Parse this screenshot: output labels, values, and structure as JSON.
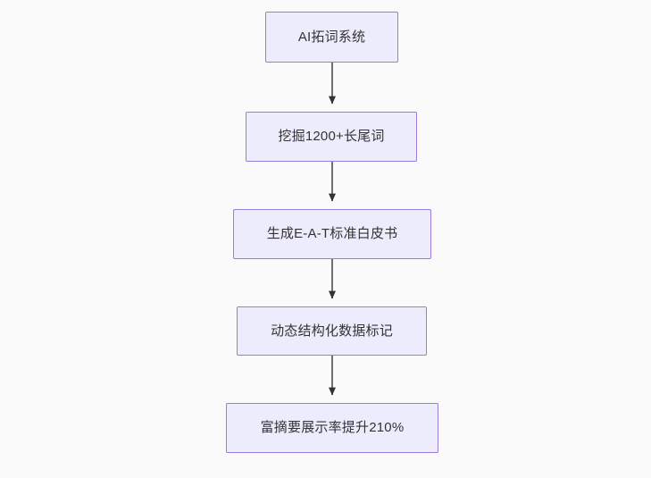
{
  "diagram": {
    "type": "flowchart",
    "direction": "top-to-bottom",
    "background_color": "#fafafa",
    "node_fill_color": "#ececfd",
    "node_border_color": "#9a7ddb",
    "node_text_color": "#333333",
    "edge_line_color": "#707070",
    "edge_arrow_color": "#333333",
    "nodes": [
      {
        "id": "n1",
        "label": "AI拓词系统"
      },
      {
        "id": "n2",
        "label": "挖掘1200+长尾词"
      },
      {
        "id": "n3",
        "label": "生成E-A-T标准白皮书"
      },
      {
        "id": "n4",
        "label": "动态结构化数据标记"
      },
      {
        "id": "n5",
        "label": "富摘要展示率提升210%"
      }
    ],
    "edges": [
      {
        "id": "e1",
        "from": "n1",
        "to": "n2",
        "label": ""
      },
      {
        "id": "e2",
        "from": "n2",
        "to": "n3",
        "label": ""
      },
      {
        "id": "e3",
        "from": "n3",
        "to": "n4",
        "label": ""
      },
      {
        "id": "e4",
        "from": "n4",
        "to": "n5",
        "label": ""
      }
    ]
  }
}
